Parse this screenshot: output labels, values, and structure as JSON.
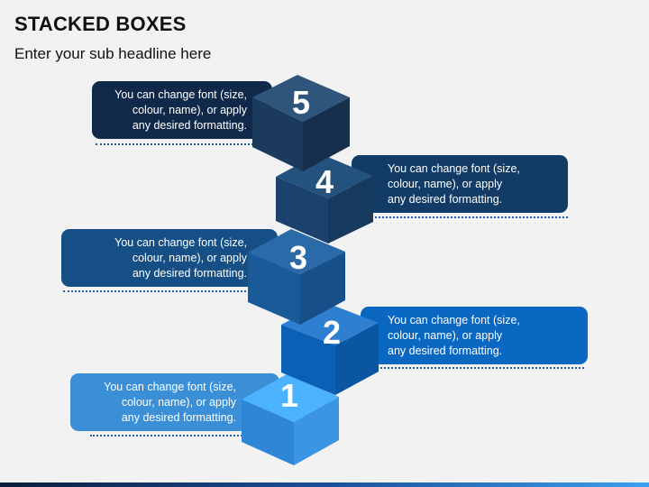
{
  "header": {
    "title": "STACKED BOXES",
    "subtitle": "Enter your sub headline here"
  },
  "steps": [
    {
      "number": "1",
      "text": "You can change font (size, colour, name), or apply any desired formatting.",
      "side": "left",
      "color": "#3a8fd6"
    },
    {
      "number": "2",
      "text": "You can change font (size, colour, name), or apply any desired formatting.",
      "side": "right",
      "color": "#0a67c2"
    },
    {
      "number": "3",
      "text": "You can change font (size, colour, name), or apply any desired formatting.",
      "side": "left",
      "color": "#154f86"
    },
    {
      "number": "4",
      "text": "You can change font (size, colour, name), or apply any desired formatting.",
      "side": "right",
      "color": "#123c66"
    },
    {
      "number": "5",
      "text": "You can change font (size, colour, name), or apply any desired formatting.",
      "side": "left",
      "color": "#10294a"
    }
  ],
  "accent_colors": {
    "cube_top_1": "#4ab2ff",
    "cube_left_1": "#2f86d6",
    "cube_right_1": "#3a95e3",
    "cube_top_2": "#2f7fd0",
    "cube_left_2": "#0b5fb5",
    "cube_right_2": "#0a56a3",
    "cube_top_3": "#2a6aa8",
    "cube_left_3": "#1b5a98",
    "cube_right_3": "#174f88",
    "cube_top_4": "#24527e",
    "cube_left_4": "#1a426c",
    "cube_right_4": "#16395e",
    "cube_top_5": "#30557c",
    "cube_left_5": "#1c3a5c",
    "cube_right_5": "#152f4d"
  }
}
